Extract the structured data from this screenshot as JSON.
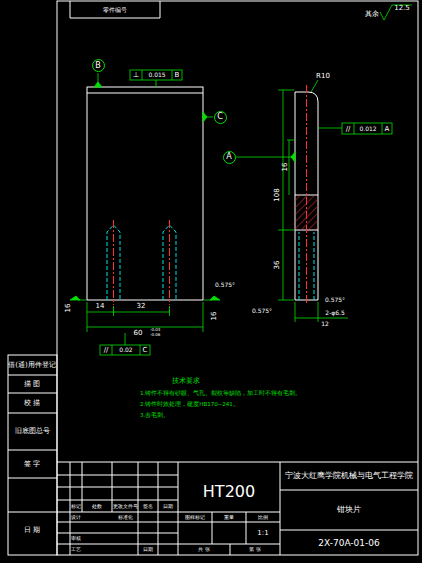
{
  "diagram": {
    "nodes": [
      {
        "text": [
          "B"
        ]
      },
      {
        "text": [
          "C"
        ]
      },
      {
        "text": [
          "A"
        ]
      }
    ],
    "labels": [
      "零件编号",
      "其余",
      "12.5",
      "⊥",
      "0.015",
      "B",
      "//",
      "0.012",
      "A",
      "//",
      "0.02",
      "C",
      "R10",
      "108",
      "16",
      "36",
      "0.575°",
      "0.575°",
      "0.575°",
      "16",
      "16",
      "14",
      "32",
      "60",
      "-0.03",
      "-0.06",
      "2-φ6.5",
      "12",
      "技术要求",
      "1.铸件不得有砂眼、气孔、裂纹等缺陷，加工时不得有毛刺。",
      "2.铸件时效处理，硬度HB170~241。",
      "3.去毛刺。",
      "借(通)用件登记",
      "描 图",
      "校 描",
      "旧底图总号",
      "签 字",
      "日 期",
      "HT200",
      "宁波大红鹰学院机械与电气工程学院",
      "钳块片",
      "2X-70A-01-06",
      "标记",
      "处数",
      "更改文件号",
      "签名",
      "日期",
      "设计",
      "标准化",
      "审核",
      "工艺",
      "日期",
      "图样标记",
      "重量",
      "比例",
      "1:1",
      "共 张",
      "第 张"
    ]
  }
}
